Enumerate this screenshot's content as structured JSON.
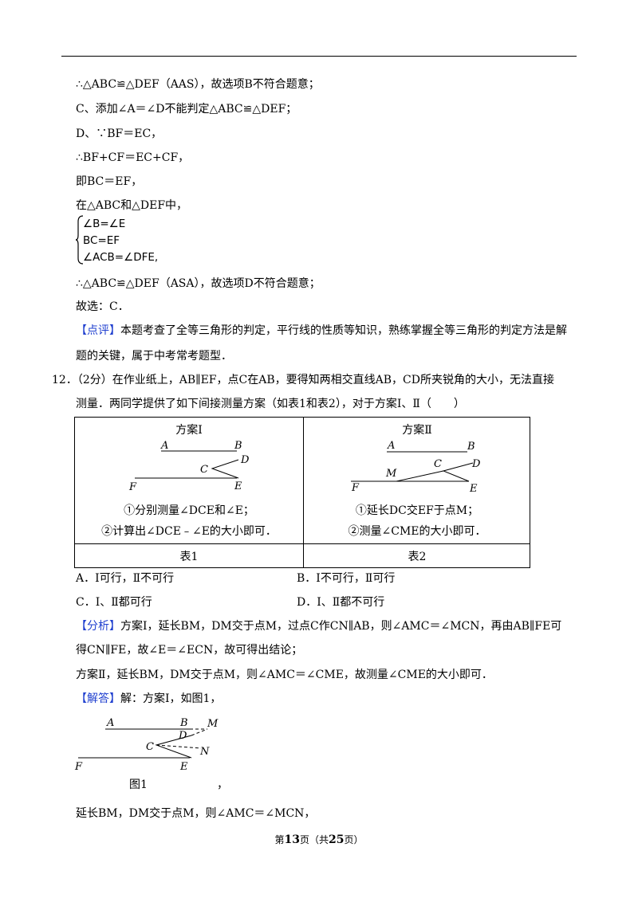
{
  "lines": {
    "l1": "∴△ABC≌△DEF（AAS），故选项B不符合题意；",
    "l2": "C、添加∠A＝∠D不能判定△ABC≌△DEF；",
    "l3": "D、∵BF＝EC，",
    "l4": "∴BF+CF＝EC+CF，",
    "l5": "即BC＝EF，",
    "l6": "在△ABC和△DEF中，",
    "sys1": "∠B=∠E",
    "sys2": "BC=EF",
    "sys3": "∠ACB=∠DFE,",
    "l7": "∴△ABC≌△DEF（ASA），故选项D不符合题意；",
    "l8": "故选：C．",
    "review_tag": "【点评】",
    "review_text": "本题考查了全等三角形的判定，平行线的性质等知识，熟练掌握全等三角形的判定方法是解",
    "review_text2": "题的关键，属于中考常考题型．"
  },
  "question": {
    "stem1": "12．（2分）在作业纸上，AB∥EF，点C在AB，要得知两相交直线AB，CD所夹锐角的大小，无法直接",
    "stem2": "测量．两同学提供了如下间接测量方案（如表1和表2），对于方案Ⅰ、Ⅱ（　　）"
  },
  "table": {
    "left_title": "方案Ⅰ",
    "left_step1": "①分别测量∠DCE和∠E；",
    "left_step2": "②计算出∠DCE﹣∠E的大小即可．",
    "left_caption": "表1",
    "right_title": "方案Ⅱ",
    "right_step1": "①延长DC交EF于点M；",
    "right_step2": "②测量∠CME的大小即可．",
    "right_caption": "表2"
  },
  "options": {
    "a": "A．Ⅰ可行，Ⅱ不可行",
    "b": "B．Ⅰ不可行，Ⅱ可行",
    "c": "C．Ⅰ、Ⅱ都可行",
    "d": "D．Ⅰ、Ⅱ都不可行"
  },
  "analysis": {
    "tag": "【分析】",
    "text1": "方案Ⅰ，延长BM，DM交于点M，过点C作CN∥AB，则∠AMC＝∠MCN，再由AB∥FE可",
    "text2": "得CN∥FE，故∠E＝∠ECN，故可得出结论；",
    "text3": "方案Ⅱ，延长BM，DM交于点M，则∠AMC＝∠CME，故测量∠CME的大小即可．"
  },
  "solution": {
    "tag": "【解答】",
    "text1": "解：方案Ⅰ，如图1，",
    "figure_caption": "图1",
    "comma": "，",
    "text2": "延长BM，DM交于点M，则∠AMC＝∠MCN，"
  },
  "figure_labels": {
    "A": "A",
    "B": "B",
    "C": "C",
    "D": "D",
    "E": "E",
    "F": "F",
    "M": "M",
    "N": "N"
  },
  "footer": {
    "prefix": "第",
    "page": "13",
    "mid": "页（共",
    "total": "25",
    "suffix": "页）"
  }
}
